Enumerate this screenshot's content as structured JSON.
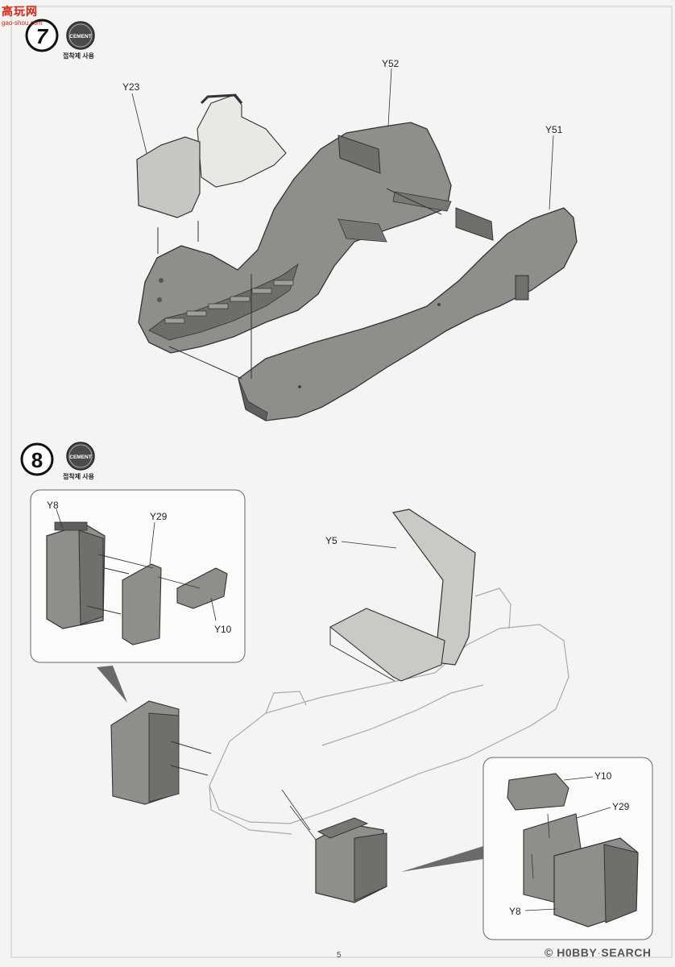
{
  "watermark": {
    "site": "高玩网",
    "url": "gao-shou.com"
  },
  "steps": [
    {
      "number": "7",
      "cement": "CEMENT",
      "cement_note": "접착제 사용"
    },
    {
      "number": "8",
      "cement": "CEMENT",
      "cement_note": "접착제 사용"
    }
  ],
  "parts": {
    "y23": "Y23",
    "y52": "Y52",
    "y51": "Y51",
    "y8": "Y8",
    "y29": "Y29",
    "y10": "Y10",
    "y5": "Y5",
    "y10_b": "Y10",
    "y29_b": "Y29",
    "y8_b": "Y8"
  },
  "footer": {
    "page_number": "5",
    "logo_hobby": "H0BBY",
    "logo_search": "SEARCH"
  },
  "colors": {
    "part_fill": "#8e8e8b",
    "part_dark": "#5f5f5d",
    "seat_fill": "#c9c9c6",
    "outline": "#333333"
  }
}
